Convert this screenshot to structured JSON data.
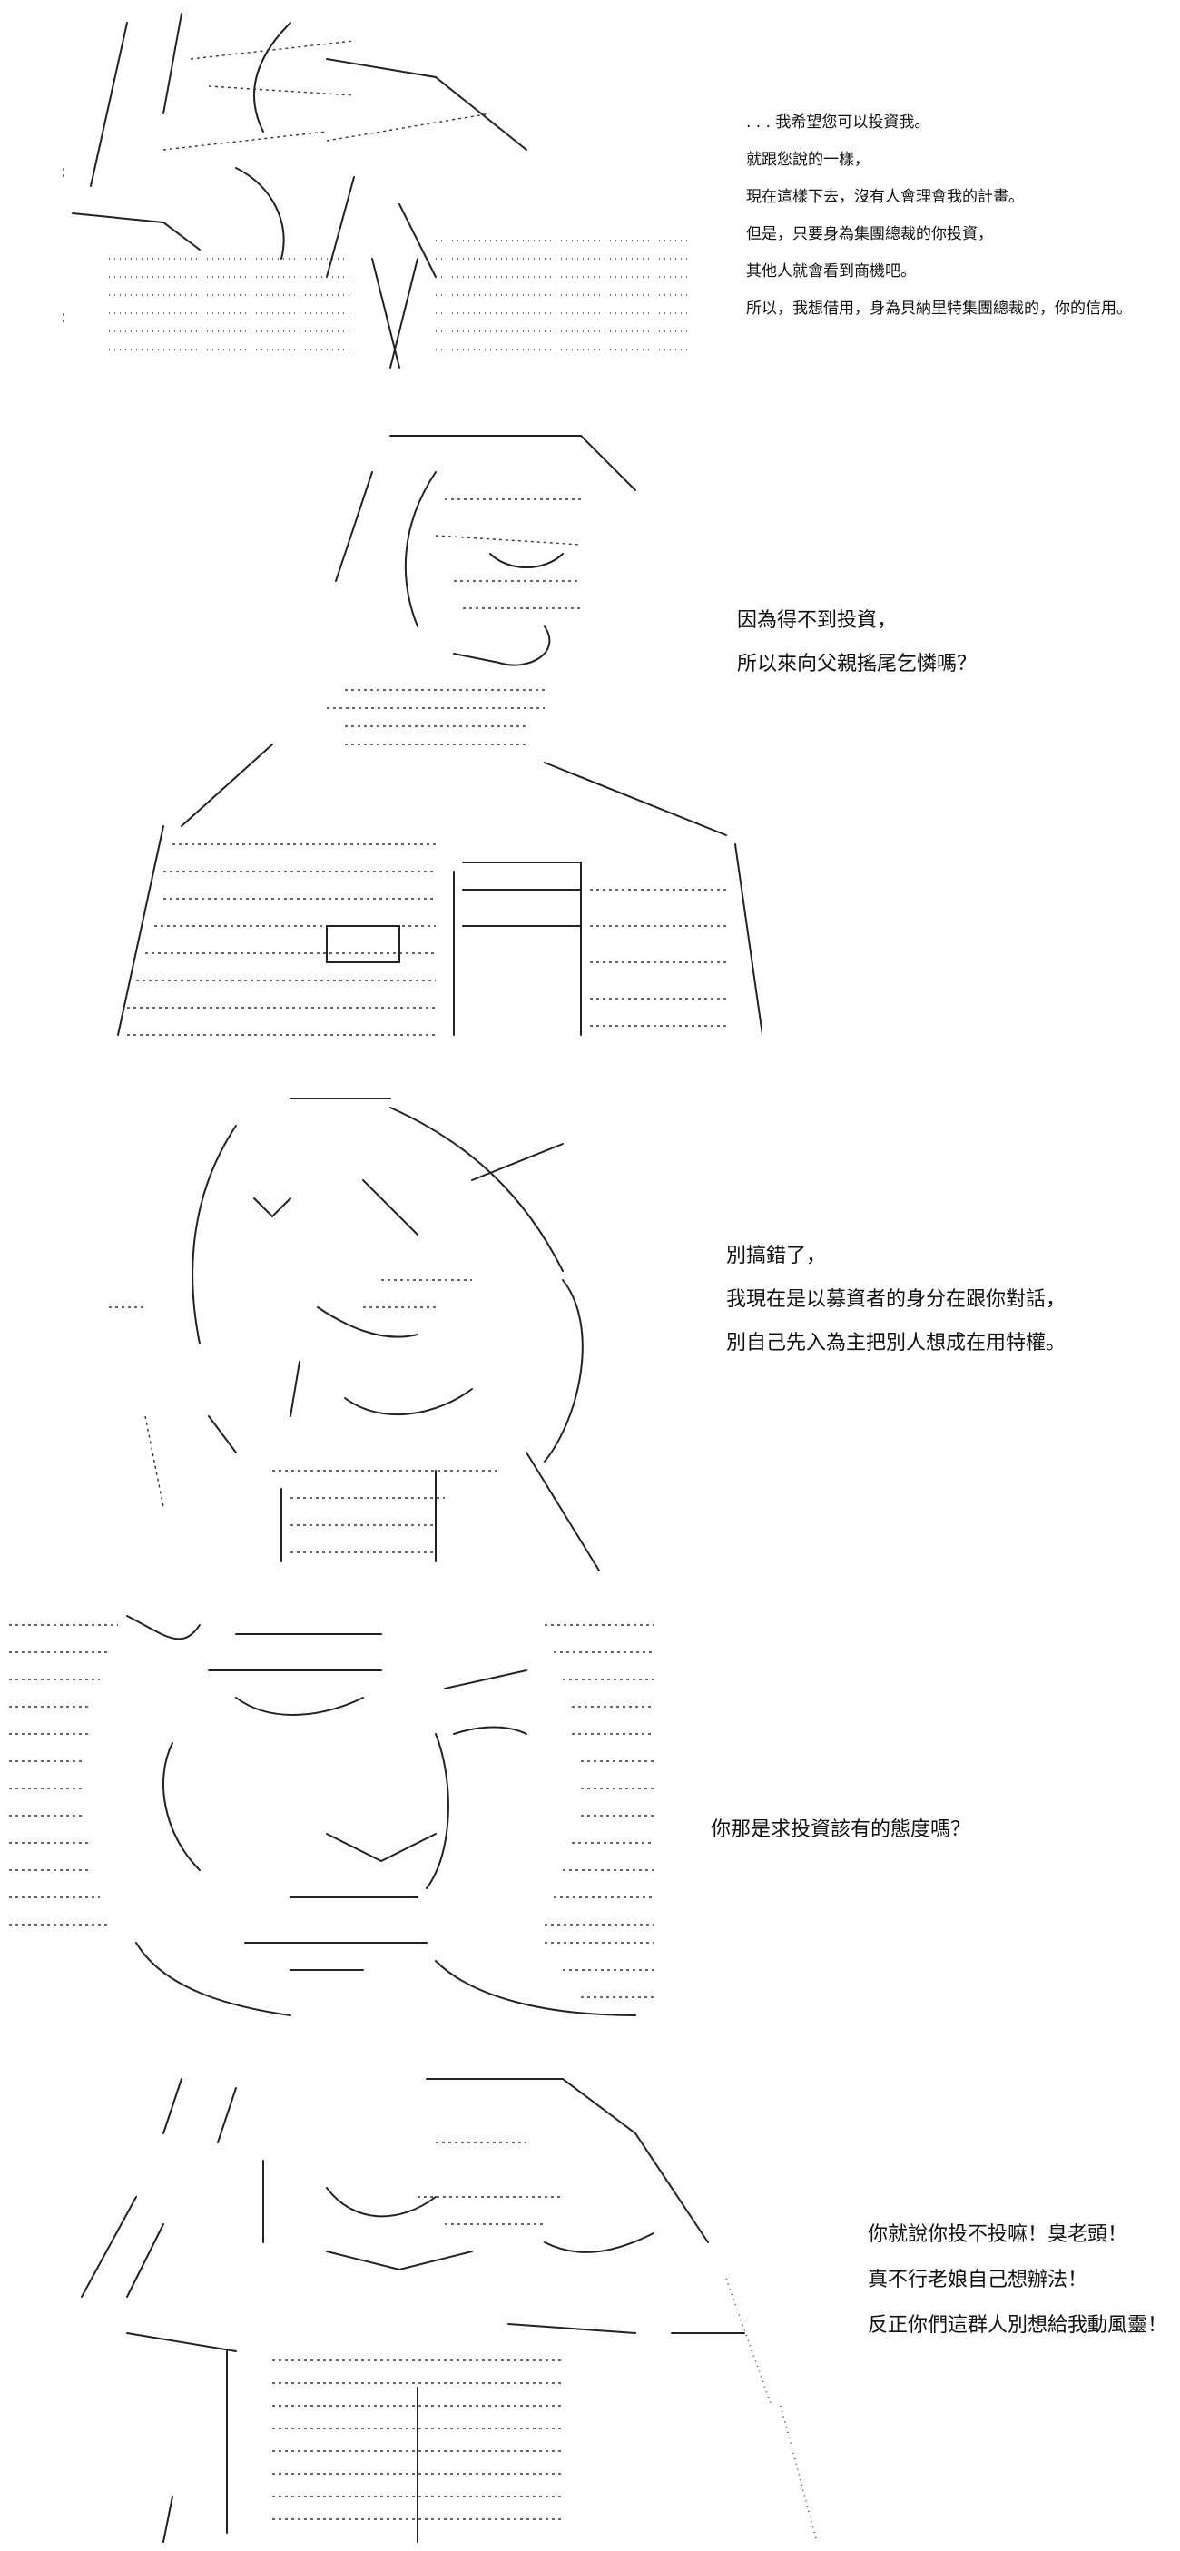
{
  "panels": [
    {
      "lines": [
        ". . . 我希望您可以投資我。",
        "就跟您說的一樣，",
        "現在這樣下去，沒有人會理會我的計畫。",
        "但是，只要身為集團總裁的你投資，",
        "其他人就會看到商機吧。",
        "所以，我想借用，身為貝納里特集團總裁的，你的信用。"
      ]
    },
    {
      "lines": [
        "因為得不到投資，",
        "所以來向父親搖尾乞憐嗎？"
      ]
    },
    {
      "lines": [
        "別搞錯了，",
        "我現在是以募資者的身分在跟你對話，",
        "別自己先入為主把別人想成在用特權。"
      ]
    },
    {
      "lines": [
        "你那是求投資該有的態度嗎？"
      ]
    },
    {
      "lines": [
        "你就說你投不投嘛！臭老頭！",
        "真不行老娘自己想辦法！",
        "反正你們這群人別想給我動風靈！"
      ]
    }
  ]
}
